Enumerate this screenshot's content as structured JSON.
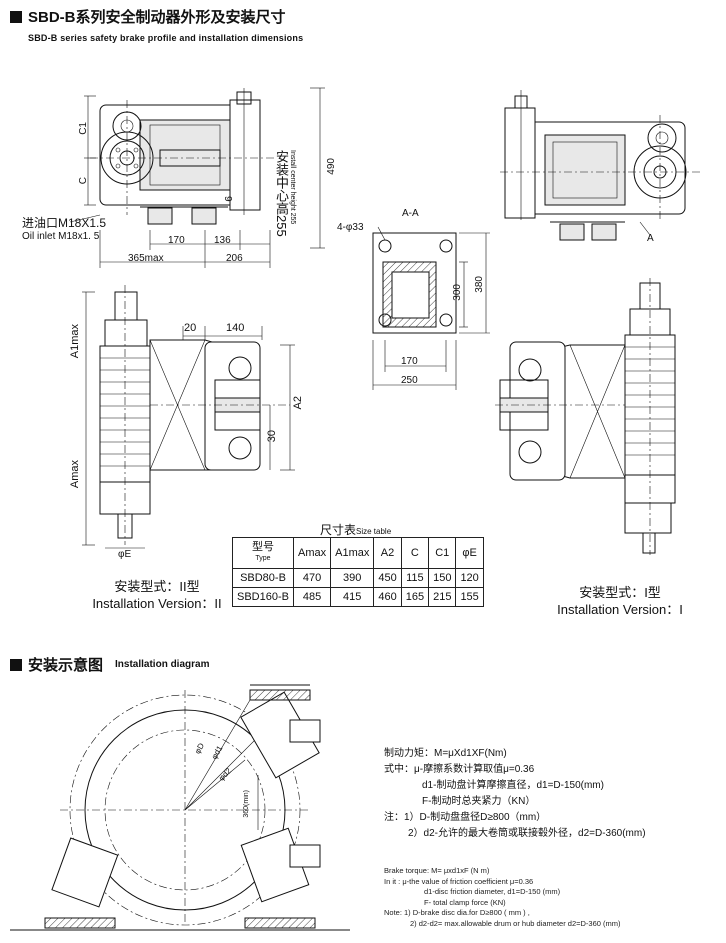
{
  "header": {
    "title": "SBD-B系列安全制动器外形及安装尺寸",
    "subtitle": "SBD-B series safety brake profile and installation dimensions"
  },
  "top_left_drawing": {
    "labels": {
      "c1": "C1",
      "c": "C",
      "oil_cn": "进油口M18X1.5",
      "oil_en": "Oil inlet M18x1. 5",
      "d170": "170",
      "d136": "136",
      "d365": "365max",
      "d206": "206",
      "d490": "490",
      "d9": "9",
      "center_cn": "安装中心高255",
      "center_en": "Install center height 255"
    }
  },
  "aa_section": {
    "labels": {
      "title": "A-A",
      "holes": "4-φ33",
      "d300": "300",
      "d380": "380",
      "d170": "170",
      "d250": "250"
    }
  },
  "top_right_drawing": {
    "labels": {
      "a": "A"
    }
  },
  "middle_left_drawing": {
    "labels": {
      "a1max": "A1max",
      "amax": "Amax",
      "d20": "20",
      "d140": "140",
      "a2": "A2",
      "d30": "30",
      "phie": "φE"
    }
  },
  "size_table": {
    "title_cn": "尺寸表",
    "title_en": "Size table",
    "header_type_cn": "型号",
    "header_type_en": "Type",
    "columns": [
      "Amax",
      "A1max",
      "A2",
      "C",
      "C1",
      "φE"
    ],
    "rows": [
      {
        "type": "SBD80-B",
        "values": [
          "470",
          "390",
          "450",
          "115",
          "150",
          "120"
        ]
      },
      {
        "type": "SBD160-B",
        "values": [
          "485",
          "415",
          "460",
          "165",
          "215",
          "155"
        ]
      }
    ]
  },
  "captions": {
    "left_cn": "安装型式：II型",
    "left_en": "Installation Version：II",
    "right_cn": "安装型式：I型",
    "right_en": "Installation Version：I"
  },
  "install_section": {
    "title_cn": "安装示意图",
    "title_en": "Installation diagram",
    "diagram_labels": {
      "d": "φD",
      "d1": "φd1",
      "d2": "φd2",
      "d360": "360(min)"
    },
    "formula_cn": [
      "制动力矩：M=μXd1XF(Nm)",
      "式中：μ-摩擦系数计算取值μ=0.36",
      "d1-制动盘计算摩擦直径，d1=D-150(mm)",
      "F-制动时总夹紧力（KN）",
      "注：1）D-制动盘盘径D≥800（mm）",
      "2）d2-允许的最大卷筒或联接毂外径，d2=D-360(mm)"
    ],
    "formula_en": [
      "Brake torque: M= μxd1xF (N m)",
      "In it : μ-the value of  friction coefficient   μ=0.36",
      "d1-disc friction  diameter, d1=D-150 (mm)",
      "F- total clamp force (KN)",
      "Note: 1) D-brake disc dia.for D≥800 ( mm ) ,",
      "2) d2-d2= max.allowable drum  or hub diameter d2=D-360 (mm)"
    ]
  }
}
